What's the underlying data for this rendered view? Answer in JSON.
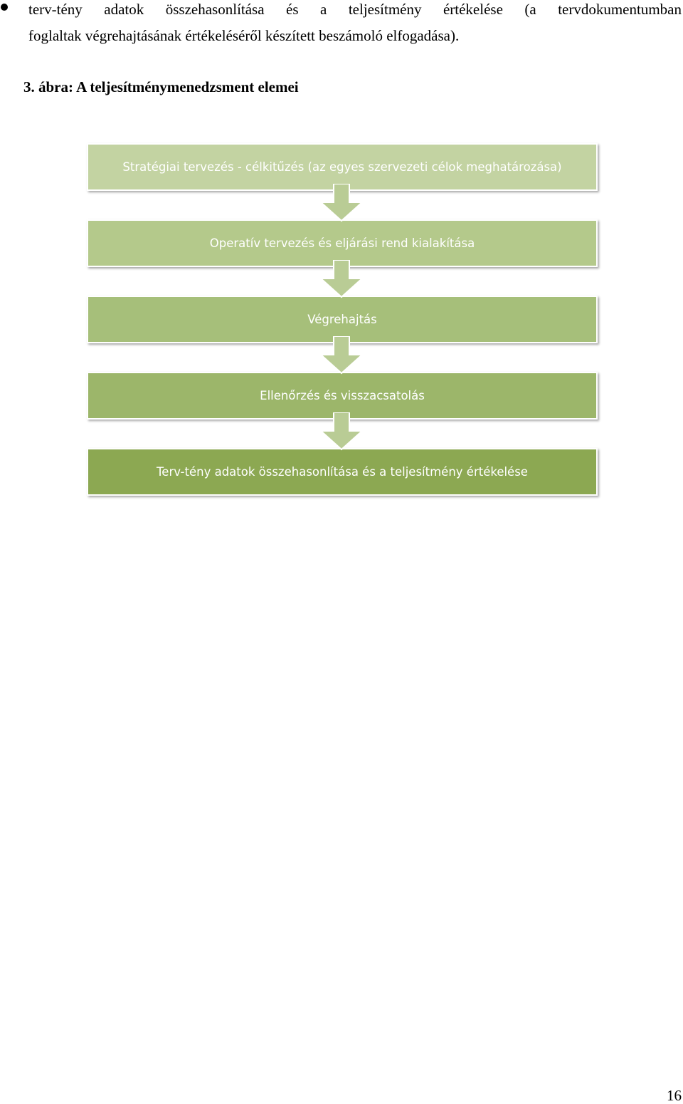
{
  "document": {
    "bullet": {
      "line1": "terv-tény adatok összehasonlítása és a teljesítmény értékelése (a tervdokumentumban",
      "line2": "foglaltak végrehajtásának értékeléséről készített beszámoló elfogadása)."
    },
    "figure_caption": "3. ábra: A teljesítménymenedzsment elemei",
    "page_number": "16"
  },
  "diagram": {
    "steps": [
      {
        "label": "Stratégiai tervezés - célkitűzés (az egyes szervezeti célok meghatározása)",
        "color": "#c3d3a2"
      },
      {
        "label": "Operatív tervezés és eljárási rend kialakítása",
        "color": "#b4c98b"
      },
      {
        "label": "Végrehajtás",
        "color": "#a6bf7a"
      },
      {
        "label": "Ellenőrzés és visszacsatolás",
        "color": "#9cb66a"
      },
      {
        "label": "Terv-tény adatok összehasonlítása és a teljesítmény értékelése",
        "color": "#8ca852"
      }
    ],
    "arrow_color": "#b9cc95"
  }
}
